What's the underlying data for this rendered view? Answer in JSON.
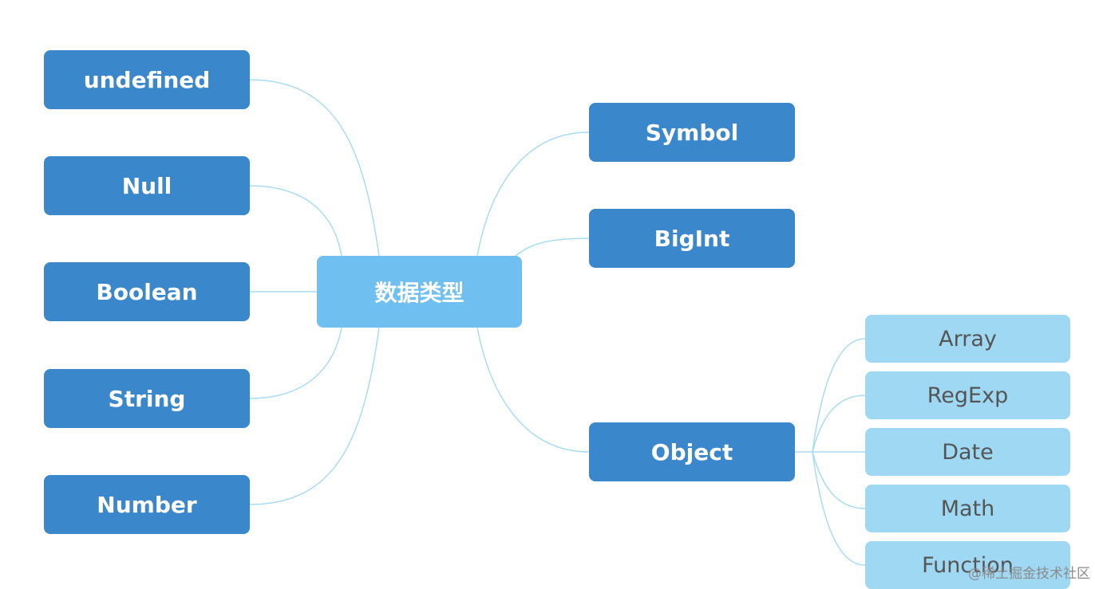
{
  "diagram": {
    "root": {
      "label": "数据类型"
    },
    "left_nodes": [
      "undefined",
      "Null",
      "Boolean",
      "String",
      "Number"
    ],
    "right_nodes": [
      "Symbol",
      "BigInt",
      "Object"
    ],
    "object_children": [
      "Array",
      "RegExp",
      "Date",
      "Math",
      "Function"
    ],
    "colors": {
      "primary_node": "#3a87cc",
      "root_node": "#6fbff0",
      "child_node": "#9fd8f3",
      "connector": "#a9dcf2"
    }
  },
  "watermark": {
    "text": "@稀土掘金技术社区"
  }
}
